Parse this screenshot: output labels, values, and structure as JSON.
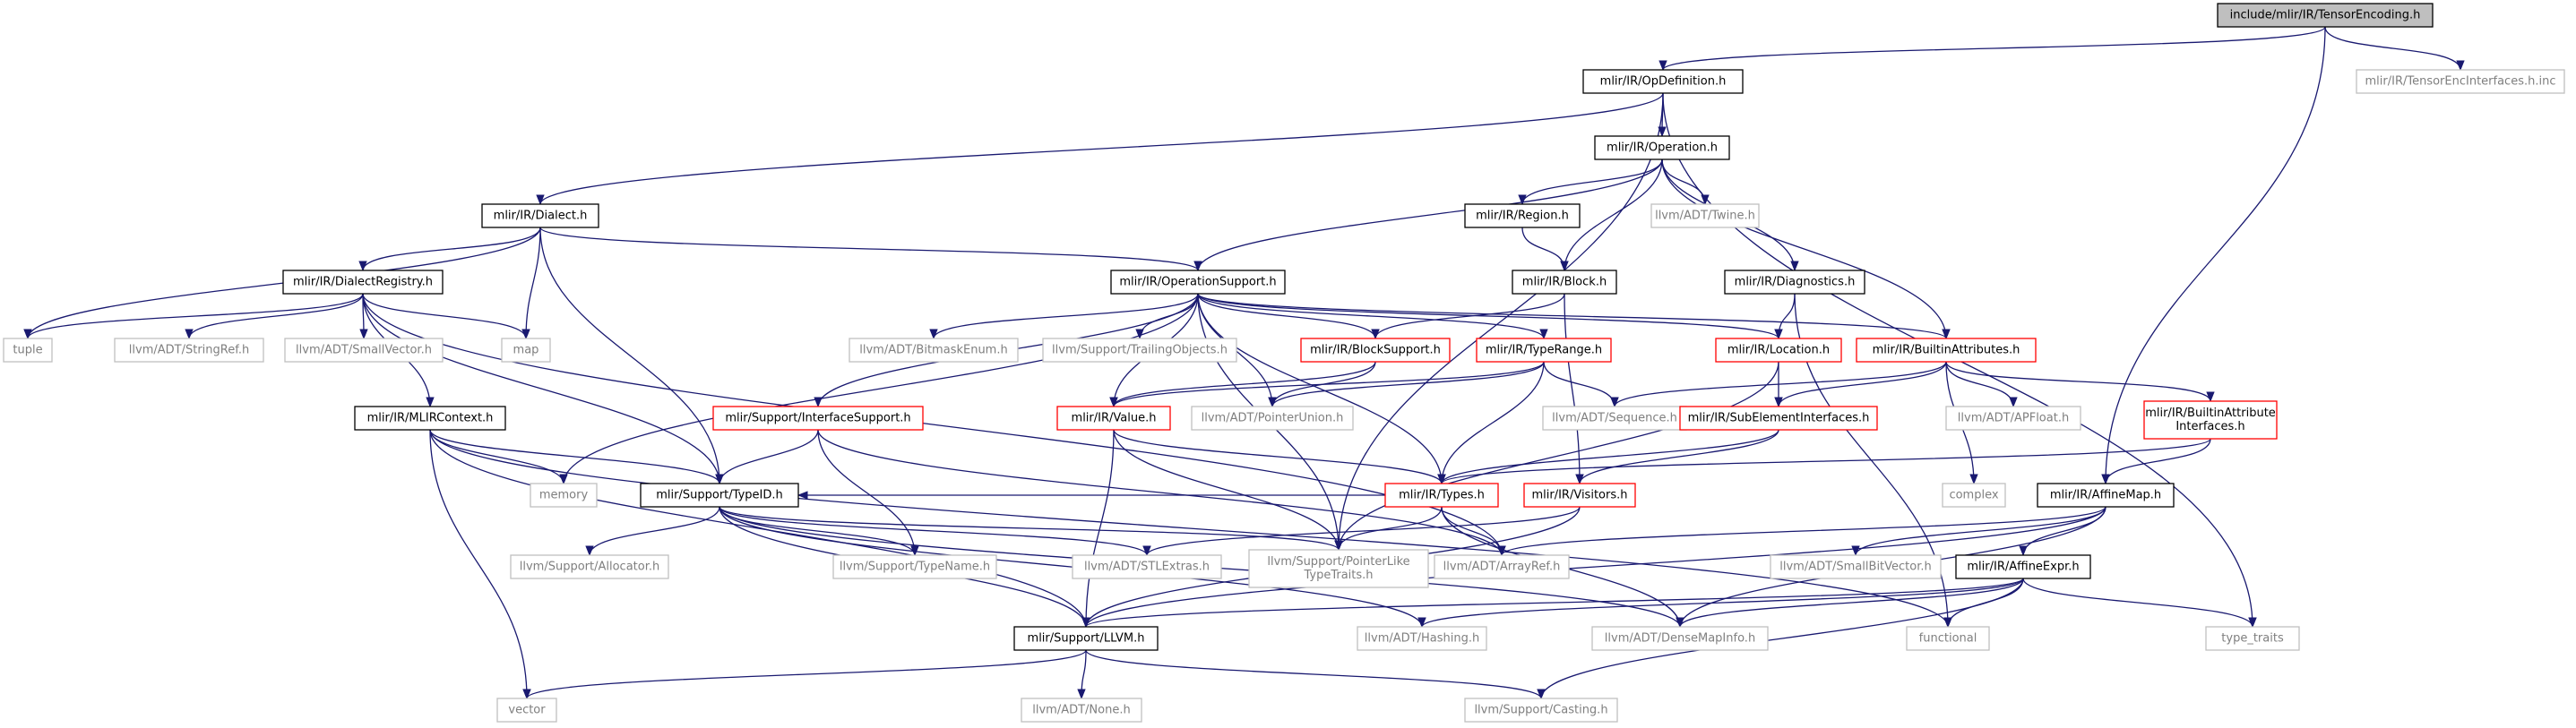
{
  "colors": {
    "edge": "#191970",
    "root_fill": "#bfbfbf",
    "root_border": "#000000",
    "normal_border": "#000000",
    "interface_border": "#ff0000",
    "external_border": "#bfbfbf",
    "normal_text": "#000000",
    "external_text": "#7f7f7f"
  },
  "nodes": [
    {
      "id": "tensorencoding",
      "kind": "root",
      "lines": [
        "include/mlir/IR/TensorEncoding.h"
      ]
    },
    {
      "id": "tensorencinterfaces",
      "kind": "external",
      "lines": [
        "mlir/IR/TensorEncInterfaces.h.inc"
      ]
    },
    {
      "id": "opdefinition",
      "kind": "normal",
      "lines": [
        "mlir/IR/OpDefinition.h"
      ]
    },
    {
      "id": "operation",
      "kind": "normal",
      "lines": [
        "mlir/IR/Operation.h"
      ]
    },
    {
      "id": "dialect",
      "kind": "normal",
      "lines": [
        "mlir/IR/Dialect.h"
      ]
    },
    {
      "id": "region",
      "kind": "normal",
      "lines": [
        "mlir/IR/Region.h"
      ]
    },
    {
      "id": "twine",
      "kind": "external",
      "lines": [
        "llvm/ADT/Twine.h"
      ]
    },
    {
      "id": "dialectregistry",
      "kind": "normal",
      "lines": [
        "mlir/IR/DialectRegistry.h"
      ]
    },
    {
      "id": "operationsupport",
      "kind": "normal",
      "lines": [
        "mlir/IR/OperationSupport.h"
      ]
    },
    {
      "id": "block",
      "kind": "normal",
      "lines": [
        "mlir/IR/Block.h"
      ]
    },
    {
      "id": "diagnostics",
      "kind": "normal",
      "lines": [
        "mlir/IR/Diagnostics.h"
      ]
    },
    {
      "id": "tuple",
      "kind": "external",
      "lines": [
        "tuple"
      ]
    },
    {
      "id": "stringref",
      "kind": "external",
      "lines": [
        "llvm/ADT/StringRef.h"
      ]
    },
    {
      "id": "smallvector",
      "kind": "external",
      "lines": [
        "llvm/ADT/SmallVector.h"
      ]
    },
    {
      "id": "map",
      "kind": "external",
      "lines": [
        "map"
      ]
    },
    {
      "id": "bitmaskenum",
      "kind": "external",
      "lines": [
        "llvm/ADT/BitmaskEnum.h"
      ]
    },
    {
      "id": "trailingobjects",
      "kind": "external",
      "lines": [
        "llvm/Support/TrailingObjects.h"
      ]
    },
    {
      "id": "blocksupport",
      "kind": "interface",
      "lines": [
        "mlir/IR/BlockSupport.h"
      ]
    },
    {
      "id": "typerange",
      "kind": "interface",
      "lines": [
        "mlir/IR/TypeRange.h"
      ]
    },
    {
      "id": "location",
      "kind": "interface",
      "lines": [
        "mlir/IR/Location.h"
      ]
    },
    {
      "id": "builtinattributes",
      "kind": "interface",
      "lines": [
        "mlir/IR/BuiltinAttributes.h"
      ]
    },
    {
      "id": "mlircontext",
      "kind": "normal",
      "lines": [
        "mlir/IR/MLIRContext.h"
      ]
    },
    {
      "id": "interfacesupport",
      "kind": "interface",
      "lines": [
        "mlir/Support/InterfaceSupport.h"
      ]
    },
    {
      "id": "value",
      "kind": "interface",
      "lines": [
        "mlir/IR/Value.h"
      ]
    },
    {
      "id": "pointerunion",
      "kind": "external",
      "lines": [
        "llvm/ADT/PointerUnion.h"
      ]
    },
    {
      "id": "sequence",
      "kind": "external",
      "lines": [
        "llvm/ADT/Sequence.h"
      ]
    },
    {
      "id": "subelementinterfaces",
      "kind": "interface",
      "lines": [
        "mlir/IR/SubElementInterfaces.h"
      ]
    },
    {
      "id": "apfloat",
      "kind": "external",
      "lines": [
        "llvm/ADT/APFloat.h"
      ]
    },
    {
      "id": "builtinattributeinterfaces",
      "kind": "interface",
      "lines": [
        "mlir/IR/BuiltinAttribute",
        "Interfaces.h"
      ]
    },
    {
      "id": "memory",
      "kind": "external",
      "lines": [
        "memory"
      ]
    },
    {
      "id": "typeid",
      "kind": "normal",
      "lines": [
        "mlir/Support/TypeID.h"
      ]
    },
    {
      "id": "types",
      "kind": "interface",
      "lines": [
        "mlir/IR/Types.h"
      ]
    },
    {
      "id": "visitors",
      "kind": "interface",
      "lines": [
        "mlir/IR/Visitors.h"
      ]
    },
    {
      "id": "complex",
      "kind": "external",
      "lines": [
        "complex"
      ]
    },
    {
      "id": "affinemap",
      "kind": "normal",
      "lines": [
        "mlir/IR/AffineMap.h"
      ]
    },
    {
      "id": "allocator",
      "kind": "external",
      "lines": [
        "llvm/Support/Allocator.h"
      ]
    },
    {
      "id": "typename",
      "kind": "external",
      "lines": [
        "llvm/Support/TypeName.h"
      ]
    },
    {
      "id": "stlextras",
      "kind": "external",
      "lines": [
        "llvm/ADT/STLExtras.h"
      ]
    },
    {
      "id": "pointerliketypetraits",
      "kind": "external",
      "lines": [
        "llvm/Support/PointerLike",
        "TypeTraits.h"
      ]
    },
    {
      "id": "arrayref",
      "kind": "external",
      "lines": [
        "llvm/ADT/ArrayRef.h"
      ]
    },
    {
      "id": "smallbitvector",
      "kind": "external",
      "lines": [
        "llvm/ADT/SmallBitVector.h"
      ]
    },
    {
      "id": "affineexpr",
      "kind": "normal",
      "lines": [
        "mlir/IR/AffineExpr.h"
      ]
    },
    {
      "id": "llvm",
      "kind": "normal",
      "lines": [
        "mlir/Support/LLVM.h"
      ]
    },
    {
      "id": "hashing",
      "kind": "external",
      "lines": [
        "llvm/ADT/Hashing.h"
      ]
    },
    {
      "id": "densemapinfo",
      "kind": "external",
      "lines": [
        "llvm/ADT/DenseMapInfo.h"
      ]
    },
    {
      "id": "functional",
      "kind": "external",
      "lines": [
        "functional"
      ]
    },
    {
      "id": "type_traits",
      "kind": "external",
      "lines": [
        "type_traits"
      ]
    },
    {
      "id": "vector",
      "kind": "external",
      "lines": [
        "vector"
      ]
    },
    {
      "id": "none",
      "kind": "external",
      "lines": [
        "llvm/ADT/None.h"
      ]
    },
    {
      "id": "casting",
      "kind": "external",
      "lines": [
        "llvm/Support/Casting.h"
      ]
    }
  ],
  "edges": [
    [
      "tensorencoding",
      "opdefinition"
    ],
    [
      "tensorencoding",
      "tensorencinterfaces"
    ],
    [
      "tensorencoding",
      "affinemap"
    ],
    [
      "opdefinition",
      "operation"
    ],
    [
      "opdefinition",
      "dialect"
    ],
    [
      "opdefinition",
      "type_traits"
    ],
    [
      "opdefinition",
      "pointerliketypetraits"
    ],
    [
      "operation",
      "region"
    ],
    [
      "operation",
      "twine"
    ],
    [
      "operation",
      "block"
    ],
    [
      "operation",
      "diagnostics"
    ],
    [
      "operation",
      "operationsupport"
    ],
    [
      "operation",
      "builtinattributes"
    ],
    [
      "dialect",
      "dialectregistry"
    ],
    [
      "dialect",
      "operationsupport"
    ],
    [
      "dialect",
      "map"
    ],
    [
      "dialect",
      "tuple"
    ],
    [
      "dialect",
      "typeid"
    ],
    [
      "region",
      "block"
    ],
    [
      "block",
      "blocksupport"
    ],
    [
      "block",
      "visitors"
    ],
    [
      "diagnostics",
      "location"
    ],
    [
      "diagnostics",
      "functional"
    ],
    [
      "dialectregistry",
      "tuple"
    ],
    [
      "dialectregistry",
      "stringref"
    ],
    [
      "dialectregistry",
      "smallvector"
    ],
    [
      "dialectregistry",
      "map"
    ],
    [
      "dialectregistry",
      "mlircontext"
    ],
    [
      "dialectregistry",
      "typeid"
    ],
    [
      "dialectregistry",
      "arrayref"
    ],
    [
      "operationsupport",
      "bitmaskenum"
    ],
    [
      "operationsupport",
      "trailingobjects"
    ],
    [
      "operationsupport",
      "blocksupport"
    ],
    [
      "operationsupport",
      "typerange"
    ],
    [
      "operationsupport",
      "location"
    ],
    [
      "operationsupport",
      "builtinattributes"
    ],
    [
      "operationsupport",
      "interfacesupport"
    ],
    [
      "operationsupport",
      "value"
    ],
    [
      "operationsupport",
      "pointerunion"
    ],
    [
      "operationsupport",
      "memory"
    ],
    [
      "operationsupport",
      "types"
    ],
    [
      "operationsupport",
      "pointerliketypetraits"
    ],
    [
      "blocksupport",
      "value"
    ],
    [
      "blocksupport",
      "pointerunion"
    ],
    [
      "typerange",
      "value"
    ],
    [
      "typerange",
      "pointerunion"
    ],
    [
      "typerange",
      "sequence"
    ],
    [
      "typerange",
      "types"
    ],
    [
      "location",
      "subelementinterfaces"
    ],
    [
      "location",
      "pointerliketypetraits"
    ],
    [
      "builtinattributes",
      "sequence"
    ],
    [
      "builtinattributes",
      "subelementinterfaces"
    ],
    [
      "builtinattributes",
      "apfloat"
    ],
    [
      "builtinattributes",
      "builtinattributeinterfaces"
    ],
    [
      "builtinattributes",
      "complex"
    ],
    [
      "mlircontext",
      "memory"
    ],
    [
      "mlircontext",
      "typeid"
    ],
    [
      "mlircontext",
      "vector"
    ],
    [
      "mlircontext",
      "llvm"
    ],
    [
      "mlircontext",
      "functional"
    ],
    [
      "interfacesupport",
      "typeid"
    ],
    [
      "interfacesupport",
      "typename"
    ],
    [
      "interfacesupport",
      "arrayref"
    ],
    [
      "value",
      "types"
    ],
    [
      "value",
      "llvm"
    ],
    [
      "value",
      "pointerliketypetraits"
    ],
    [
      "subelementinterfaces",
      "types"
    ],
    [
      "subelementinterfaces",
      "visitors"
    ],
    [
      "builtinattributeinterfaces",
      "types"
    ],
    [
      "builtinattributeinterfaces",
      "affinemap"
    ],
    [
      "typeid",
      "allocator"
    ],
    [
      "typeid",
      "typename"
    ],
    [
      "typeid",
      "stlextras"
    ],
    [
      "typeid",
      "pointerliketypetraits"
    ],
    [
      "typeid",
      "llvm"
    ],
    [
      "typeid",
      "hashing"
    ],
    [
      "typeid",
      "densemapinfo"
    ],
    [
      "types",
      "typeid"
    ],
    [
      "types",
      "arrayref"
    ],
    [
      "types",
      "pointerliketypetraits"
    ],
    [
      "types",
      "densemapinfo"
    ],
    [
      "visitors",
      "llvm"
    ],
    [
      "visitors",
      "stlextras"
    ],
    [
      "affinemap",
      "affineexpr"
    ],
    [
      "affinemap",
      "arrayref"
    ],
    [
      "affinemap",
      "densemapinfo"
    ],
    [
      "affinemap",
      "smallbitvector"
    ],
    [
      "affinemap",
      "llvm"
    ],
    [
      "affineexpr",
      "llvm"
    ],
    [
      "affineexpr",
      "hashing"
    ],
    [
      "affineexpr",
      "densemapinfo"
    ],
    [
      "affineexpr",
      "functional"
    ],
    [
      "affineexpr",
      "type_traits"
    ],
    [
      "affineexpr",
      "casting"
    ],
    [
      "llvm",
      "vector"
    ],
    [
      "llvm",
      "none"
    ],
    [
      "llvm",
      "casting"
    ]
  ]
}
